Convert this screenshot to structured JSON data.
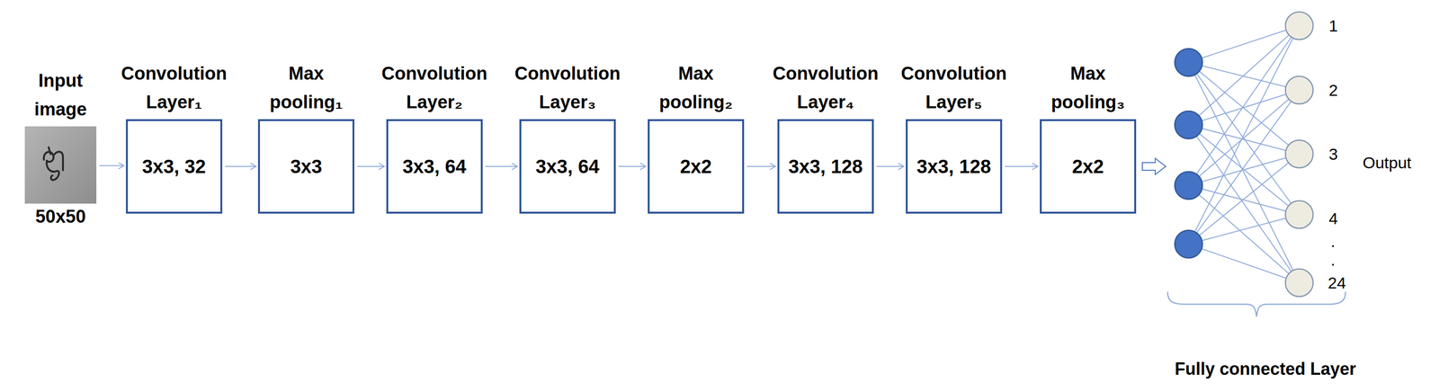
{
  "diagram": {
    "nodes": [
      {
        "text": [
          "Input image",
          "50x50"
        ]
      },
      {
        "text": [
          "Convolution Layer₁",
          "3x3, 32"
        ]
      },
      {
        "text": [
          "Max pooling₁",
          "3x3"
        ]
      },
      {
        "text": [
          "Convolution Layer₂",
          "3x3, 64"
        ]
      },
      {
        "text": [
          "Convolution Layer₃",
          "3x3, 64"
        ]
      },
      {
        "text": [
          "Max pooling₂",
          "2x2"
        ]
      },
      {
        "text": [
          "Convolution Layer₄",
          "3x3, 128"
        ]
      },
      {
        "text": [
          "Convolution Layer₅",
          "3x3, 128"
        ]
      },
      {
        "text": [
          "Max pooling₃",
          "2x2"
        ]
      },
      {
        "text": [
          "Fully connected Layer"
        ]
      }
    ],
    "edges": [
      {
        "from": 0,
        "to": 1,
        "arrow": "to"
      },
      {
        "from": 1,
        "to": 2,
        "arrow": "to"
      },
      {
        "from": 2,
        "to": 3,
        "arrow": "to"
      },
      {
        "from": 3,
        "to": 4,
        "arrow": "to"
      },
      {
        "from": 4,
        "to": 5,
        "arrow": "to"
      },
      {
        "from": 5,
        "to": 6,
        "arrow": "to"
      },
      {
        "from": 6,
        "to": 7,
        "arrow": "to"
      },
      {
        "from": 7,
        "to": 8,
        "arrow": "to"
      },
      {
        "from": 8,
        "to": 9,
        "arrow": "to"
      }
    ],
    "labels": [
      "1",
      "2",
      "3",
      "4",
      ".",
      ".",
      "24",
      "Output"
    ]
  }
}
